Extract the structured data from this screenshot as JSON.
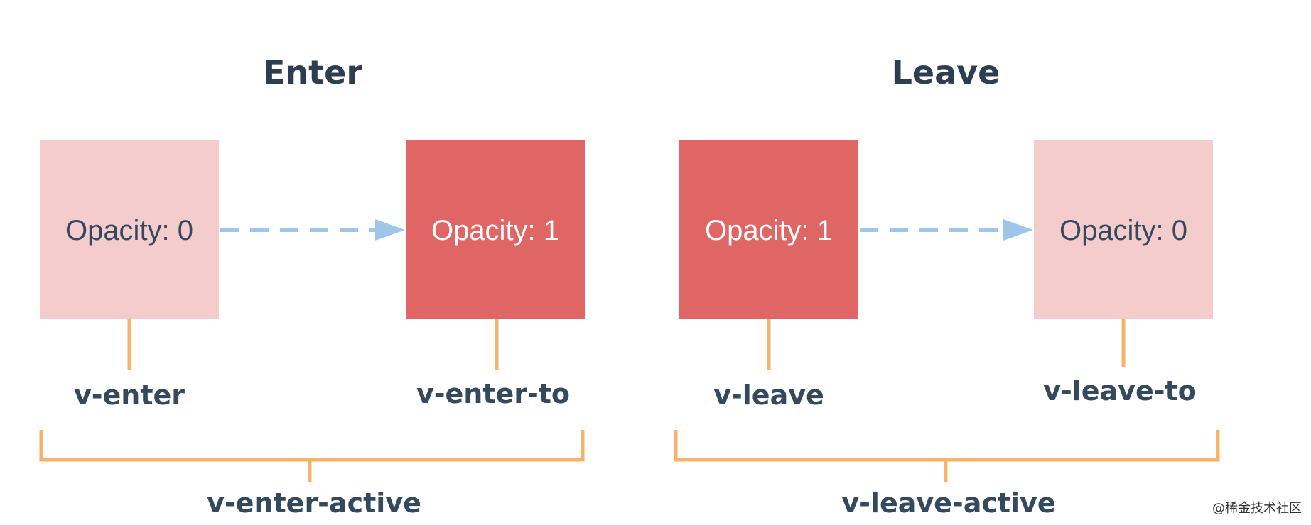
{
  "enter": {
    "heading": "Enter",
    "from_box": {
      "text": "Opacity: 0"
    },
    "to_box": {
      "text": "Opacity: 1"
    },
    "from_label": "v-enter",
    "to_label": "v-enter-to",
    "active_label": "v-enter-active"
  },
  "leave": {
    "heading": "Leave",
    "from_box": {
      "text": "Opacity: 1"
    },
    "to_box": {
      "text": "Opacity: 0"
    },
    "from_label": "v-leave",
    "to_label": "v-leave-to",
    "active_label": "v-leave-active"
  },
  "colors": {
    "light_box": "#f4cccc",
    "dark_box": "#e06666",
    "dark_box_text": "#ffffff",
    "light_box_text": "#34495e",
    "arrow": "#9fc5e8",
    "bracket": "#f6b26b",
    "heading": "#2c3e50"
  },
  "watermark": "@稀金技术社区"
}
